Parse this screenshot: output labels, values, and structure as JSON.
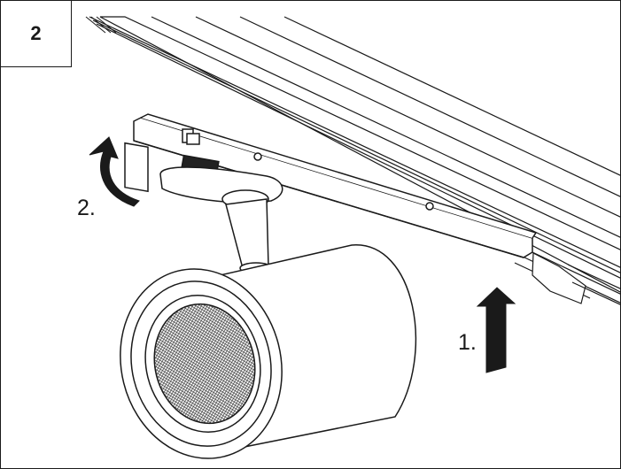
{
  "step": {
    "number": "2"
  },
  "labels": {
    "rotate": "2.",
    "push": "1."
  },
  "colors": {
    "line": "#1a1a1a",
    "fill": "#ffffff",
    "dark": "#222222",
    "mesh": "#3a3a3a"
  },
  "icons": {
    "rotate_arrow": "curved-arrow-icon",
    "push_arrow": "up-arrow-icon"
  }
}
